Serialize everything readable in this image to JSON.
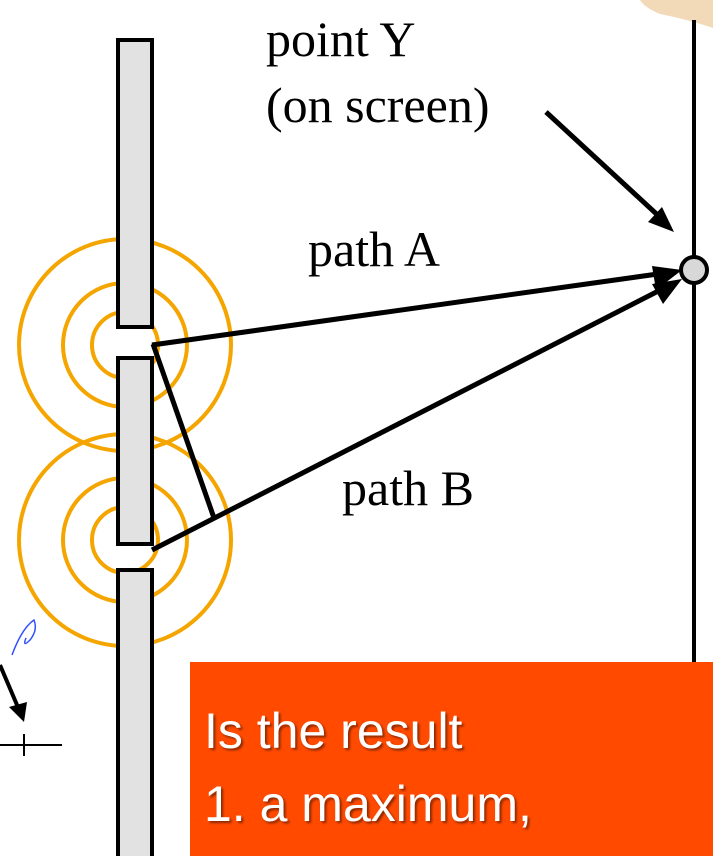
{
  "labels": {
    "point": "point Y",
    "screen": "(on screen)",
    "path_a": "path A",
    "path_b": "path B"
  },
  "question": {
    "line1": "Is the result",
    "line2": "1. a maximum,"
  },
  "colors": {
    "wave": "#f5a500",
    "barrier_fill": "#e2e2e2",
    "question_bg": "#ff4a00",
    "question_text": "#ffffff",
    "point_fill": "#d8d8d8",
    "corner_scribble": "#3050ff",
    "corner_blob": "#f2d9b8"
  }
}
